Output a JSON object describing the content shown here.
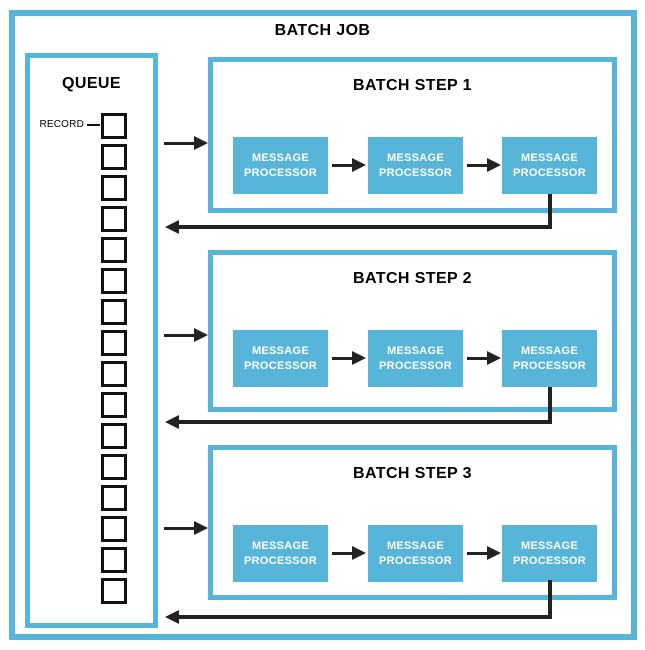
{
  "diagram": {
    "title": "BATCH JOB",
    "queue": {
      "title": "QUEUE",
      "record_label": "RECORD",
      "record_count": 16
    },
    "steps": [
      {
        "title": "BATCH STEP 1",
        "processors": [
          "MESSAGE PROCESSOR",
          "MESSAGE PROCESSOR",
          "MESSAGE PROCESSOR"
        ]
      },
      {
        "title": "BATCH STEP 2",
        "processors": [
          "MESSAGE PROCESSOR",
          "MESSAGE PROCESSOR",
          "MESSAGE PROCESSOR"
        ]
      },
      {
        "title": "BATCH STEP 3",
        "processors": [
          "MESSAGE PROCESSOR",
          "MESSAGE PROCESSOR",
          "MESSAGE PROCESSOR"
        ]
      }
    ],
    "colors": {
      "accent_blue": "#56b5d8",
      "line_black": "#222222",
      "processor_text": "#ffffff"
    }
  }
}
